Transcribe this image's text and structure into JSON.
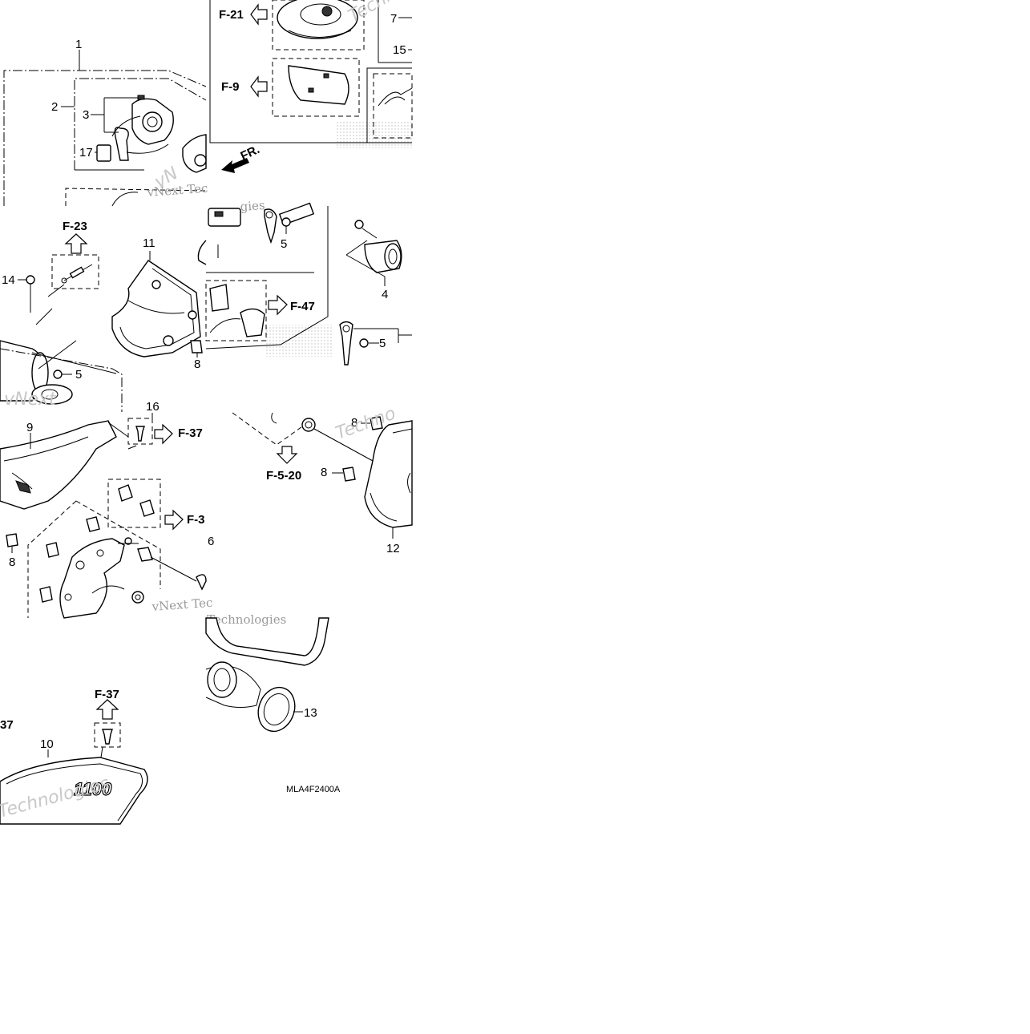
{
  "diagram": {
    "part_numbers": [
      "1",
      "2",
      "3",
      "17",
      "11",
      "14",
      "5",
      "8",
      "4",
      "5",
      "5",
      "16",
      "9",
      "8",
      "6",
      "8",
      "12",
      "13",
      "10",
      "7",
      "15"
    ],
    "ref_labels": [
      "F-21",
      "F-9",
      "FR.",
      "F-23",
      "F-47",
      "F-37",
      "F-3",
      "F-5-20",
      "F-37",
      "37"
    ],
    "watermarks": [
      "vNext Tec",
      "Techno",
      "vNext Tec",
      "Technologies",
      "vNext",
      "Techno",
      "Technologies"
    ],
    "emblem_text": "1100",
    "drawing_code": "MLA4F2400A"
  }
}
